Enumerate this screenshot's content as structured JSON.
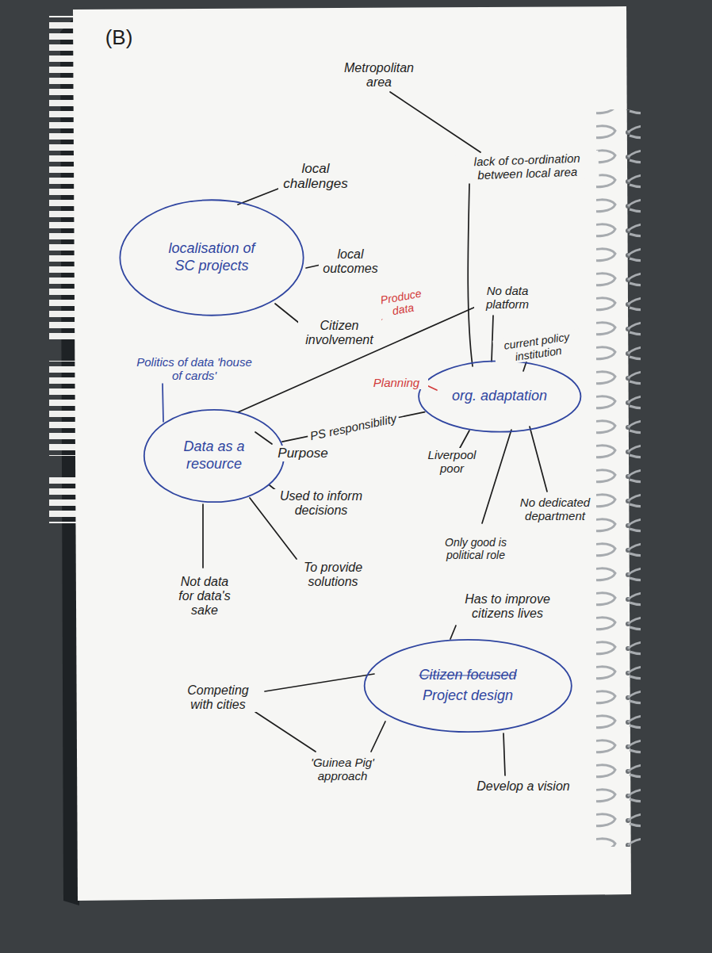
{
  "diagram": {
    "nodes": [
      {
        "text": [
          "localisation of SC projects"
        ]
      },
      {
        "text": [
          "org. adaptation"
        ]
      },
      {
        "text": [
          "Data as a resource"
        ]
      },
      {
        "text": [
          "Citizen focused",
          "Project design"
        ]
      }
    ],
    "edges": [
      {
        "from": 2,
        "to": 1,
        "arrow": "none",
        "label": "PS responsibility"
      }
    ],
    "labels": [
      "(B)",
      "Metropolitan area",
      "lack of co-ordination between local area",
      "local challenges",
      "local outcomes",
      "Citizen involvement",
      "Produce data",
      "No data platform",
      "current policy institution",
      "Planning",
      "Politics of data 'house of cards'",
      "Purpose",
      "Liverpool poor",
      "Used to inform decisions",
      "No dedicated department",
      "Only good is political role",
      "Not data for data's sake",
      "To provide solutions",
      "Has to improve citizens lives",
      "Competing with cities",
      "'Guinea Pig' approach",
      "Develop a vision"
    ]
  }
}
